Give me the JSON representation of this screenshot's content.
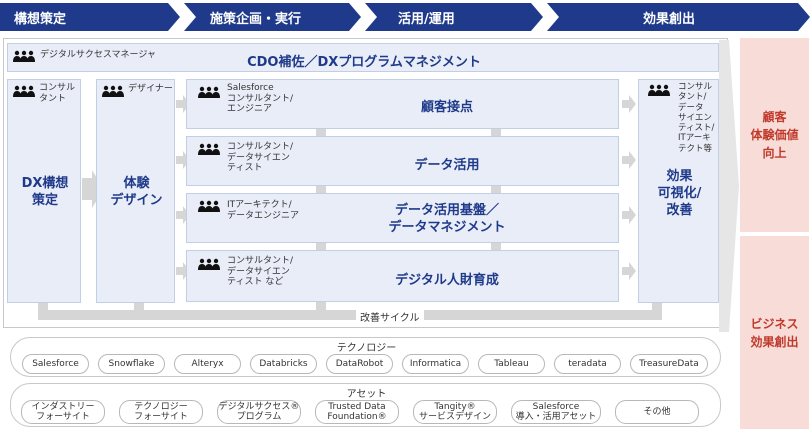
{
  "phases": [
    "構想策定",
    "施策企画・実行",
    "活用/運用",
    "効果創出"
  ],
  "cdo": {
    "role": "デジタルサクセスマネージャ",
    "title": "CDO補佐／DXプログラムマネジメント"
  },
  "dx": {
    "role": "コンサル\nタント",
    "title": "DX構想\n策定"
  },
  "design": {
    "role": "デザイナー",
    "title": "体験\nデザイン"
  },
  "rows": [
    {
      "role": "Salesforce\nコンサルタント/\nエンジニア",
      "title": "顧客接点"
    },
    {
      "role": "コンサルタント/\nデータサイエン\nティスト",
      "title": "データ活用"
    },
    {
      "role": "ITアーキテクト/\nデータエンジニア",
      "title": "データ活用基盤／\nデータマネジメント"
    },
    {
      "role": "コンサルタント/\nデータサイエン\nティスト など",
      "title": "デジタル人財育成"
    }
  ],
  "effect": {
    "role": "コンサル\nタント/\nデータ\nサイエン\nティスト/\nITアーキ\nテクト等",
    "title": "効果\n可視化/\n改善"
  },
  "cycle_label": "改善サイクル",
  "outcomes": [
    "顧客\n体験価値\n向上",
    "ビジネス\n効果創出"
  ],
  "tech": {
    "title": "テクノロジー",
    "items": [
      "Salesforce",
      "Snowflake",
      "Alteryx",
      "Databricks",
      "DataRobot",
      "Informatica",
      "Tableau",
      "teradata",
      "TreasureData"
    ]
  },
  "assets": {
    "title": "アセット",
    "items": [
      "インダストリー\nフォーサイト",
      "テクノロジー\nフォーサイト",
      "デジタルサクセス®\nプログラム",
      "Trusted Data\nFoundation®",
      "Tangity®\nサービスデザイン",
      "Salesforce\n導入・活用アセット",
      "その他"
    ]
  },
  "colors": {
    "phase": "#1f3a8a",
    "panel": "#e9edf7",
    "accent": "#c0392b",
    "pink": "#f7dcd8"
  }
}
